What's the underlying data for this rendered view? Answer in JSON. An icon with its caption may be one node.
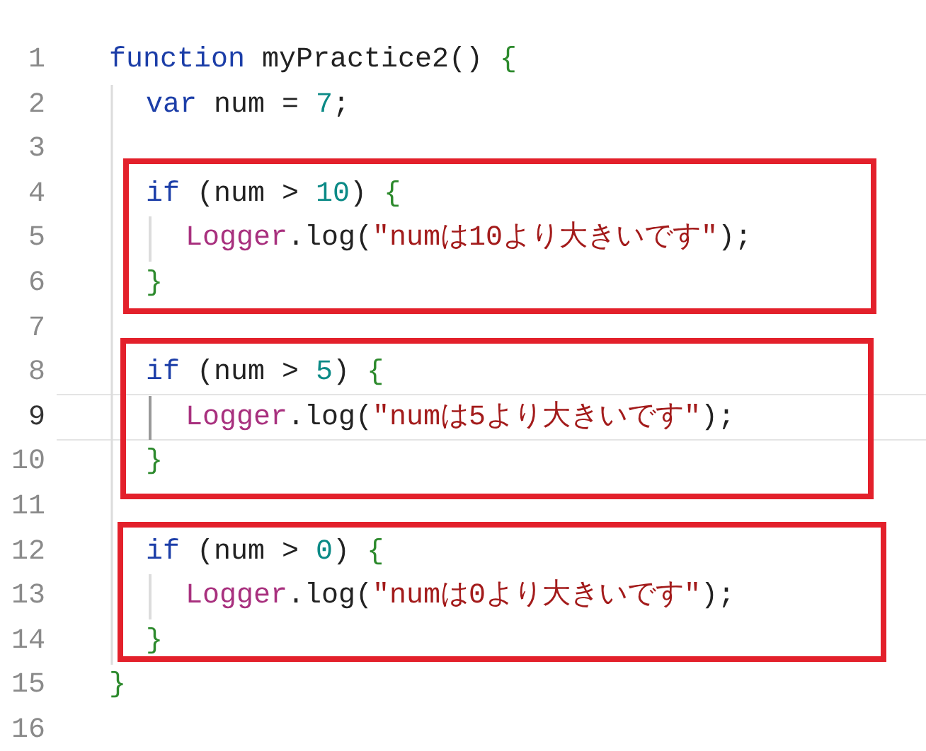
{
  "diagram": {
    "nodes": [
      {
        "text": [
          "if (num > 10) {",
          "Logger.log(\"numは10より大きいです\");",
          "}"
        ]
      },
      {
        "text": [
          "if (num > 5) {",
          "Logger.log(\"numは5より大きいです\");",
          "}"
        ]
      },
      {
        "text": [
          "if (num > 0) {",
          "Logger.log(\"numは0より大きいです\");",
          "}"
        ]
      }
    ],
    "labels": [
      "1",
      "function myPractice2() {",
      "2",
      "var num = 7;",
      "3",
      "4",
      "5",
      "6",
      "7",
      "8",
      "9",
      "10",
      "11",
      "12",
      "13",
      "14",
      "15",
      "}",
      "16"
    ]
  }
}
